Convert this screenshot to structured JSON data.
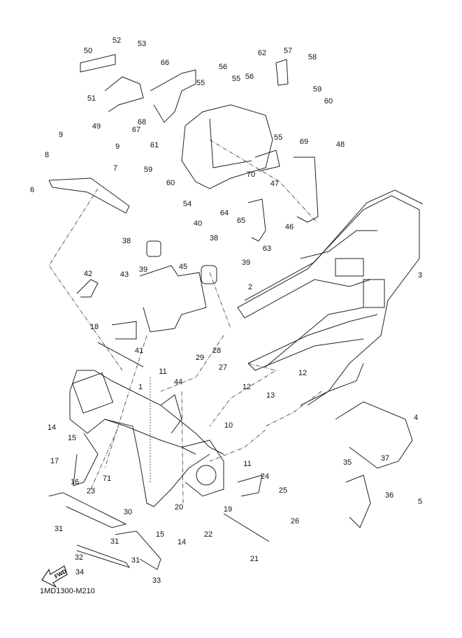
{
  "diagram_code": "1MD1300-M210",
  "fwd_label": "FWD",
  "part_callouts": [
    "50",
    "52",
    "53",
    "66",
    "51",
    "49",
    "68",
    "67",
    "55",
    "56",
    "55",
    "56",
    "62",
    "57",
    "58",
    "59",
    "60",
    "61",
    "59",
    "60",
    "54",
    "55",
    "69",
    "70",
    "47",
    "48",
    "46",
    "64",
    "65",
    "63",
    "9",
    "9",
    "8",
    "7",
    "6",
    "40",
    "38",
    "38",
    "39",
    "39",
    "45",
    "42",
    "43",
    "18",
    "41",
    "2",
    "3",
    "11",
    "29",
    "28",
    "27",
    "44",
    "12",
    "13",
    "12",
    "1",
    "14",
    "15",
    "17",
    "16",
    "71",
    "23",
    "10",
    "11",
    "20",
    "19",
    "24",
    "25",
    "26",
    "22",
    "15",
    "14",
    "21",
    "30",
    "31",
    "31",
    "31",
    "32",
    "34",
    "33",
    "4",
    "35",
    "37",
    "36",
    "5"
  ],
  "line_color": "#222222",
  "background": "#ffffff"
}
